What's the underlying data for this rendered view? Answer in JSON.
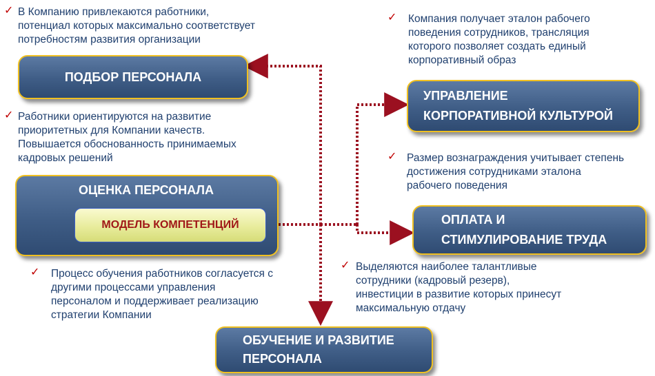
{
  "boxes": {
    "podbor": "ПОДБОР  ПЕРСОНАЛА",
    "ocenka": "ОЦЕНКА ПЕРСОНАЛА",
    "model": "МОДЕЛЬ КОМПЕТЕНЦИЙ",
    "obuchenie_l1": "ОБУЧЕНИЕ  И РАЗВИТИЕ",
    "obuchenie_l2": "ПЕРСОНАЛА",
    "culture_l1": "УПРАВЛЕНИЕ",
    "culture_l2": "КОРПОРАТИВНОЙ  КУЛЬТУРОЙ",
    "oplata_l1": "ОПЛАТА  И",
    "oplata_l2": "СТИМУЛИРОВАНИЕ  ТРУДА"
  },
  "notes": {
    "podbor": [
      "В Компанию привлекаются работники,",
      "потенциал которых максимально соответствует",
      "потребностям развития организации"
    ],
    "ocenka": [
      "Работники ориентируются на развитие",
      "приоритетных для Компании качеств.",
      "Повышается обоснованность принимаемых",
      "кадровых решений"
    ],
    "obuchenie": [
      "Процесс обучения работников согласуется с",
      "другими процессами управления",
      "персоналом и поддерживает реализацию",
      "стратегии Компании"
    ],
    "culture": [
      "Компания получает эталон рабочего",
      "поведения сотрудников, трансляция",
      "которого позволяет создать единый",
      "корпоративный образ"
    ],
    "oplata": [
      "Размер вознаграждения учитывает степень",
      "достижения сотрудниками эталона",
      "рабочего поведения"
    ],
    "reserve": [
      "Выделяются наиболее талантливые",
      "сотрудники (кадровый резерв),",
      "инвестиции в развитие которых принесут",
      "максимальную отдачу"
    ]
  },
  "colors": {
    "box": "#3f5d86",
    "border": "#f0c020",
    "arrow": "#9b1020",
    "text": "#1f3f6e",
    "check": "#c00000"
  }
}
